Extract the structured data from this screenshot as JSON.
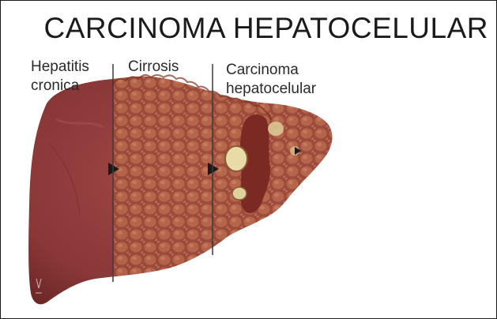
{
  "title": "CARCINOMA HEPATOCELULAR",
  "stages": [
    {
      "lines": [
        "Hepatitis",
        "cronica"
      ]
    },
    {
      "lines": [
        "Cirrosis"
      ]
    },
    {
      "lines": [
        "Carcinoma",
        "hepatocelular"
      ]
    }
  ],
  "colors": {
    "liver_smooth": "#8f3b3b",
    "liver_cirrhotic": "#a24e3f",
    "nodule": "#b96a4d",
    "tumor": "#7a2a22",
    "tumor_pale": "#e6d7a3",
    "divider": "#3a3a3a"
  }
}
